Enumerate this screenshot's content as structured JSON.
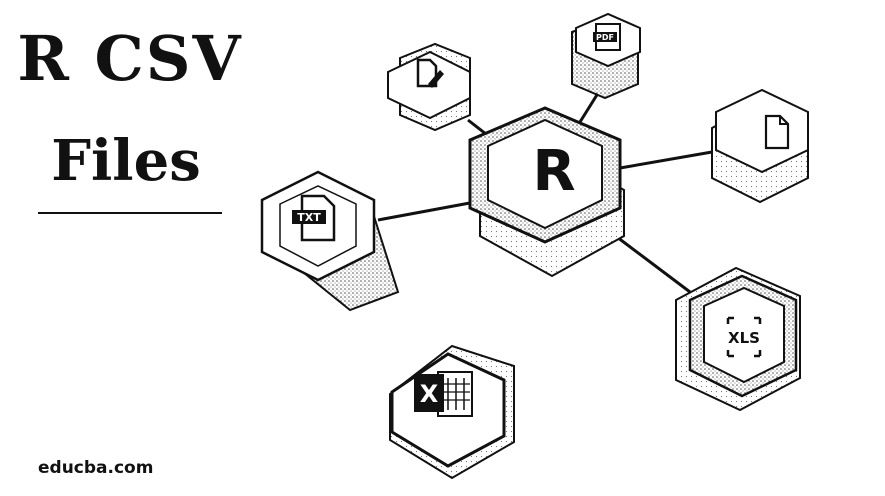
{
  "title": {
    "line1": "R CSV",
    "line2": "Files"
  },
  "site": "educba.com",
  "center_node": {
    "label": "R",
    "icon": "r-logo-icon"
  },
  "nodes": [
    {
      "icon": "document-edit-icon",
      "label": ""
    },
    {
      "icon": "pdf-file-icon",
      "label": "PDF"
    },
    {
      "icon": "blank-file-icon",
      "label": ""
    },
    {
      "icon": "txt-file-icon",
      "label": "TXT"
    },
    {
      "icon": "xls-file-icon",
      "label": "XLS"
    },
    {
      "icon": "excel-icon",
      "label": "X"
    }
  ],
  "colors": {
    "ink": "#111111",
    "background": "#ffffff",
    "shade": "#9a9a9a"
  }
}
